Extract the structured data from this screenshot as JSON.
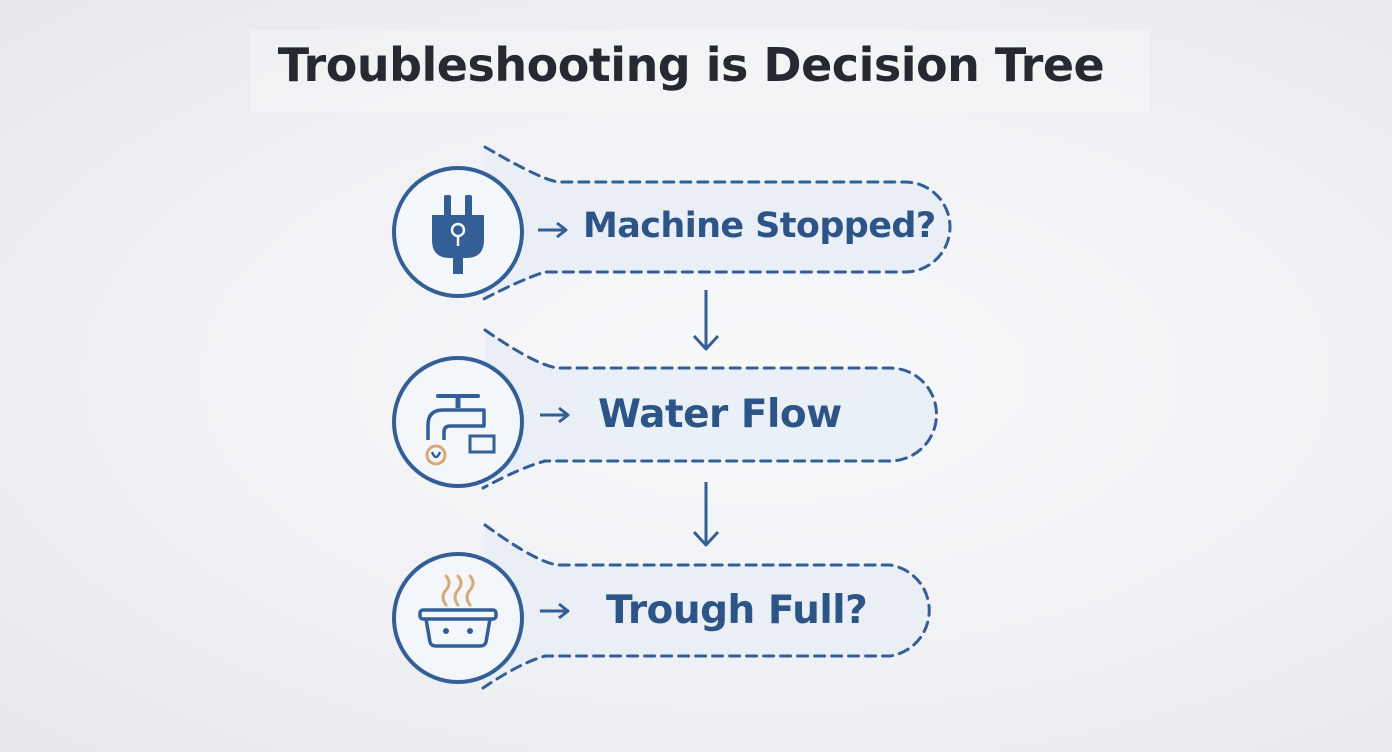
{
  "title": "Troubleshooting is Decision Tree",
  "colors": {
    "primary": "#335e96",
    "text": "#2d5487",
    "title": "#262932",
    "pill_fill": "#e9eef6",
    "accent": "#d9a878"
  },
  "nodes": [
    {
      "label": "Machine Stopped?",
      "icon": "plug-icon"
    },
    {
      "label": "Water Flow",
      "icon": "faucet-icon"
    },
    {
      "label": "Trough Full?",
      "icon": "trough-icon"
    }
  ]
}
